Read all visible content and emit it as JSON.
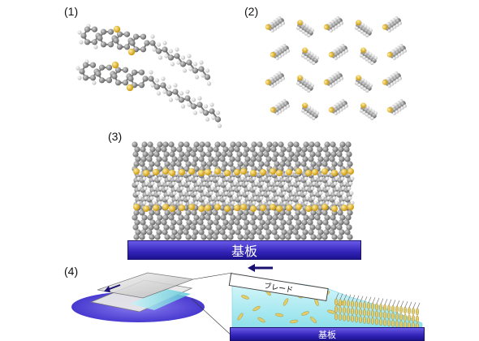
{
  "panels": {
    "p1": {
      "label": "(1)"
    },
    "p2": {
      "label": "(2)"
    },
    "p3": {
      "label": "(3)",
      "substrate_label": "基板"
    },
    "p4": {
      "label": "(4)",
      "blade_label": "ブレード",
      "substrate_label": "基板"
    }
  },
  "colors": {
    "carbon": "#8a8a8a",
    "hydrogen": "#eeeeee",
    "sulfur": "#f0c020",
    "substrate": "#3a2cc8",
    "solution": "#bfeff5",
    "crystal": "#e4cd6a",
    "arrow": "#1a1070"
  }
}
